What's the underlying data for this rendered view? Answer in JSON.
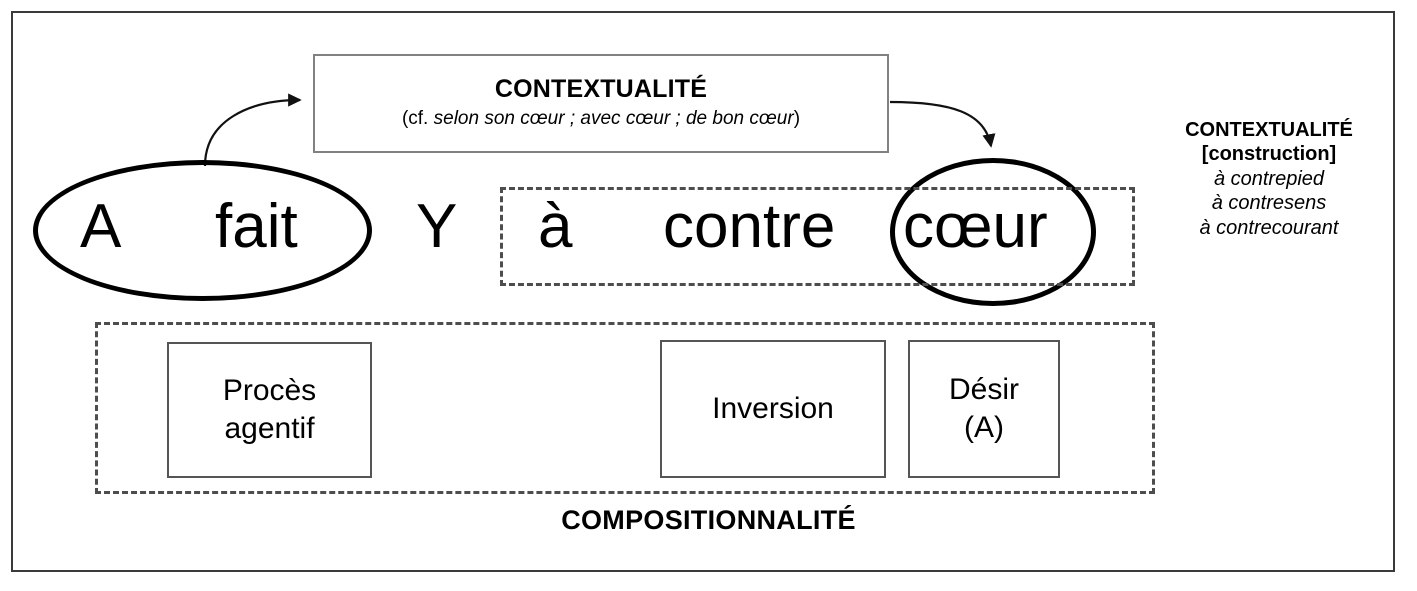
{
  "diagram": {
    "contextuality_box": {
      "title": "CONTEXTUALITÉ",
      "examples_prefix": "(cf. ",
      "examples_italic": "selon son cœur ; avec cœur ; de bon cœur",
      "examples_suffix": ")"
    },
    "sentence": {
      "subject": "A",
      "verb": "fait",
      "object": "Y",
      "prep": "à",
      "modifier": "contre",
      "noun": "cœur"
    },
    "right_annotation": {
      "title": "CONTEXTUALITÉ",
      "subtitle": "[construction]",
      "examples": [
        "à contrepied",
        "à contresens",
        "à contrecourant"
      ]
    },
    "compositionality": {
      "caption": "COMPOSITIONNALITÉ",
      "cells": [
        {
          "lines": [
            "Procès",
            "agentif"
          ]
        },
        {
          "lines": [
            "Inversion"
          ]
        },
        {
          "lines": [
            "Désir",
            "(A)"
          ]
        }
      ]
    },
    "arrows": [
      {
        "name": "arrow-from-a-fait-to-contextualite"
      },
      {
        "name": "arrow-from-contextualite-to-coeur"
      }
    ],
    "colors": {
      "ink": "#000000",
      "frame": "#3a3a3a",
      "box_border": "#818181",
      "dashed_border": "#4d4d4d",
      "cell_border": "#555555",
      "background": "#ffffff"
    }
  }
}
